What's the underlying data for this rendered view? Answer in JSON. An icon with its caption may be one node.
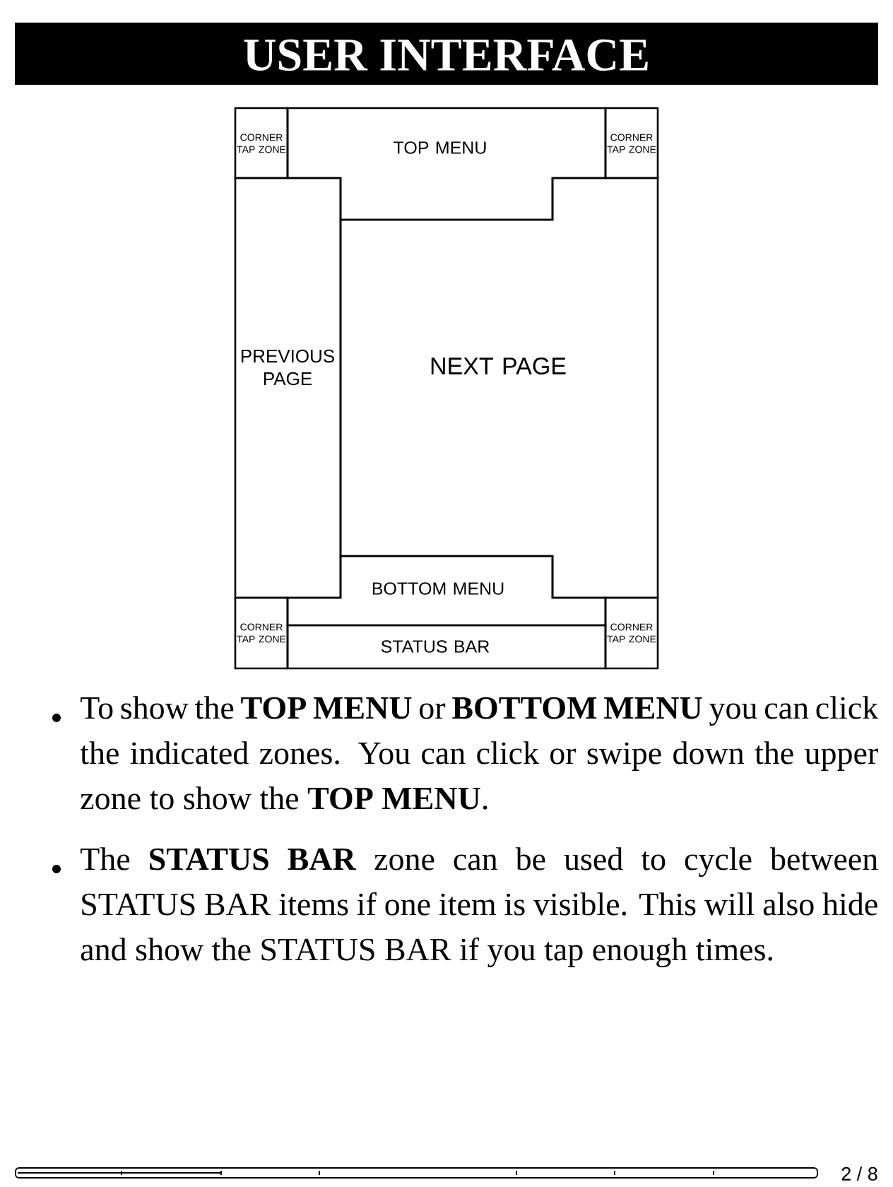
{
  "diagram": {
    "title": "USER INTERFACE",
    "nodes": [
      {
        "text": [
          "CORNER TAP ZONE"
        ]
      },
      {
        "text": [
          "TOP MENU"
        ]
      },
      {
        "text": [
          "CORNER TAP ZONE"
        ]
      },
      {
        "text": [
          "PREVIOUS PAGE"
        ]
      },
      {
        "text": [
          "NEXT PAGE"
        ]
      },
      {
        "text": [
          "BOTTOM MENU"
        ]
      },
      {
        "text": [
          "CORNER TAP ZONE"
        ]
      },
      {
        "text": [
          "STATUS BAR"
        ]
      },
      {
        "text": [
          "CORNER TAP ZONE"
        ]
      }
    ],
    "labels": [
      "To show the **TOP MENU** or **BOTTOM MENU** you can click the indicated zones. You can click or swipe down the upper zone to show the **TOP MENU**.",
      "The **STATUS BAR** zone can be used to cycle between STATUS BAR items if one item is visible. This will also hide and show the STATUS BAR if you tap enough times.",
      "2 / 8"
    ]
  }
}
